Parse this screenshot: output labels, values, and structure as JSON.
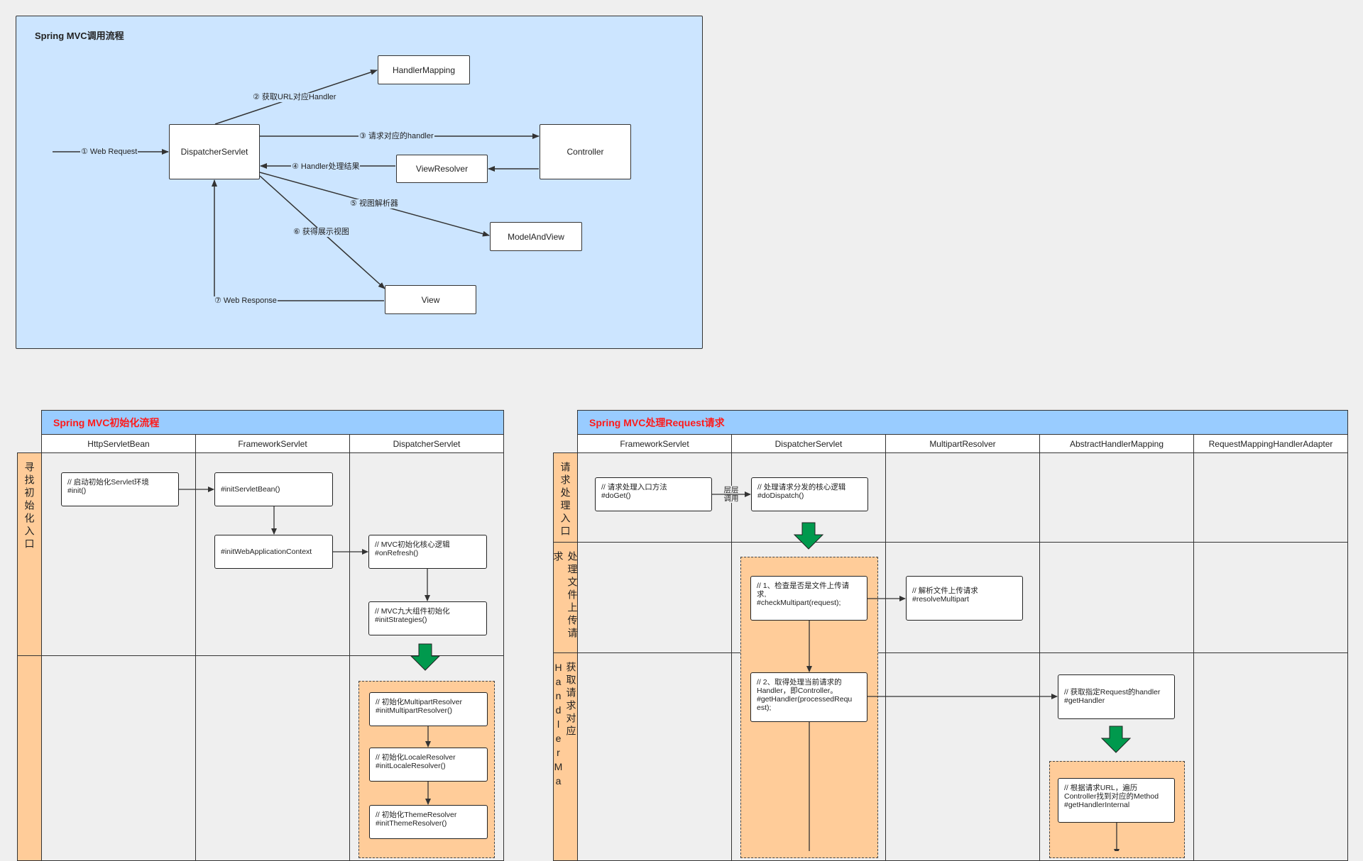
{
  "top": {
    "title": "Spring MVC调用流程",
    "nodes": {
      "dispatcher": "DispatcherServlet",
      "handler_mapping": "HandlerMapping",
      "controller": "Controller",
      "view_resolver": "ViewResolver",
      "model_and_view": "ModelAndView",
      "view": "View"
    },
    "edges": {
      "e1": "① Web Request",
      "e2": "② 获取URL对应Handler",
      "e3": "③ 请求对应的handler",
      "e4": "④ Handler处理结果",
      "e5": "⑤ 视图解析器",
      "e6": "⑥ 获得展示视图",
      "e7": "⑦ Web Response"
    }
  },
  "init": {
    "title": "Spring MVC初始化流程",
    "columns": [
      "HttpServletBean",
      "FrameworkServlet",
      "DispatcherServlet"
    ],
    "rows": [
      "寻找初始化入口",
      ""
    ],
    "boxes": {
      "b1": "// 启动初始化Servlet环境\n#init()",
      "b2": "#initServletBean()",
      "b3": "#initWebApplicationContext",
      "b4": "// MVC初始化核心逻辑\n#onRefresh()",
      "b5": "// MVC九大组件初始化\n#initStrategies()",
      "b6": "// 初始化MultipartResolver\n#initMultipartResolver()",
      "b7": "// 初始化LocaleResolver\n#initLocaleResolver()",
      "b8": "// 初始化ThemeResolver\n#initThemeResolver()"
    }
  },
  "request": {
    "title": "Spring MVC处理Request请求",
    "columns": [
      "FrameworkServlet",
      "DispatcherServlet",
      "MultipartResolver",
      "AbstractHandlerMapping",
      "RequestMappingHandlerAdapter"
    ],
    "rows": [
      "请求处理入口",
      "处理文件上传请求",
      "获取请求对应HandlerMa"
    ],
    "boxes": {
      "r1": "// 请求处理入口方法\n#doGet()",
      "r2": "// 处理请求分发的核心逻辑\n#doDispatch()",
      "r3": "// 1、检查是否是文件上传请\n求,\n#checkMultipart(request);",
      "r4": "// 解析文件上传请求\n#resolveMultipart",
      "r5": "// 2、取得处理当前请求的\nHandler，即Controller。\n#getHandler(processedRequ\nest);",
      "r6": "// 获取指定Request的handler\n#getHandler",
      "r7": "// 根据请求URL，遍历\nController找到对应的Method\n#getHandlerInternal"
    },
    "call_label": "层层\n调用"
  },
  "colors": {
    "top_bg": "#cce5ff",
    "header_bg": "#99ccff",
    "header_text": "#ff1a1a",
    "row_label_bg": "#ffcc99",
    "green_arrow": "#00994d"
  }
}
